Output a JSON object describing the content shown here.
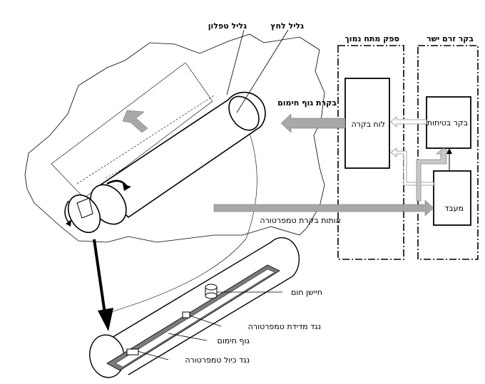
{
  "labels": {
    "teflon_roller": "גליל טפלון",
    "pressure_roller": "גליל לחץ",
    "low_voltage_supply": "ספק מתח נמוך",
    "dc_controller": "בקר זרם ישר",
    "heater_control": "בקרת גוף חימום",
    "control_board": "לוח בקרה",
    "safety_controller": "בקר בטיחות",
    "processor": "מעבד",
    "temp_control_signals": "אותות בקרת טמפרטורה",
    "thermal_sensor": "חיישן חום",
    "temp_measure_resistor": "נגד מדידת טמפרטורה",
    "heating_element": "גוף חימום",
    "temp_calib_resistor": "נגד כיול טמפרטורה"
  },
  "colors": {
    "arrow_gray": "#a8a8a8",
    "line": "#000000",
    "heater_fill": "#7a7a7a"
  }
}
